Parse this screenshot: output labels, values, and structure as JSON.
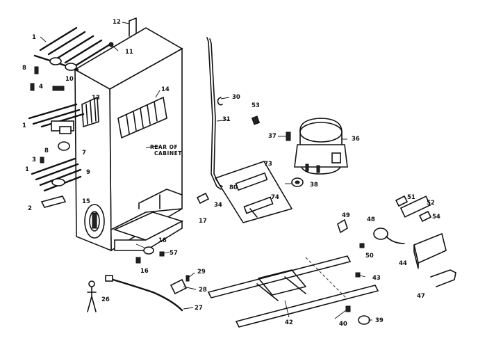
{
  "diagram": {
    "cabinet_note": [
      "REAR OF",
      "CABINET"
    ],
    "parts": {
      "p1a": "1",
      "p1b": "1",
      "p1c": "1",
      "p2": "2",
      "p3": "3",
      "p4": "4",
      "p7": "7",
      "p8a": "8",
      "p8b": "8",
      "p9": "9",
      "p10": "10",
      "p11": "11",
      "p12": "12",
      "p13": "13",
      "p14": "14",
      "p15": "15",
      "p16": "16",
      "p17": "17",
      "p18": "18",
      "p26": "26",
      "p27": "27",
      "p28": "28",
      "p29": "29",
      "p30": "30",
      "p31": "31",
      "p34": "34",
      "p36": "36",
      "p37": "37",
      "p38": "38",
      "p39": "39",
      "p40": "40",
      "p42": "42",
      "p43": "43",
      "p44": "44",
      "p47": "47",
      "p48": "48",
      "p49": "49",
      "p50": "50",
      "p51": "51",
      "p52": "52",
      "p53": "53",
      "p54": "54",
      "p57": "57",
      "p73": "73",
      "p74": "74",
      "p80": "80"
    }
  }
}
